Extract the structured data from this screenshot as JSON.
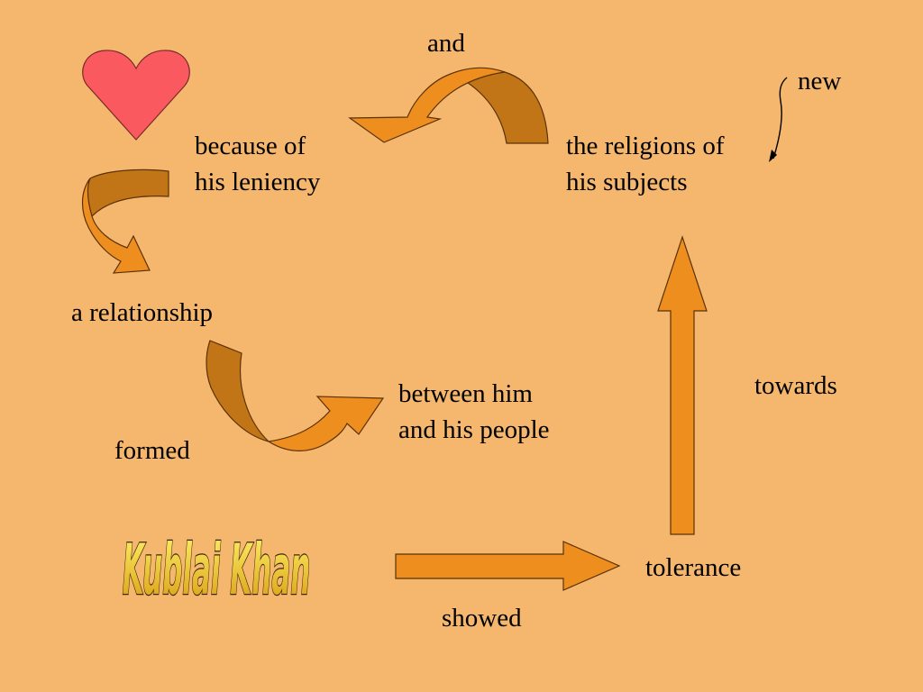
{
  "slide": {
    "background_color": "#F5B76E",
    "arrow_fill": "#EE8E1E",
    "arrow_shade": "#C27516",
    "heart_fill": "#FA5A5F",
    "title_gradient": [
      "#FFF36B",
      "#D89A0E"
    ],
    "title_outline": "#3A2608"
  },
  "labels": {
    "and": "and",
    "new": "new",
    "because_of": [
      "because of",
      "his leniency"
    ],
    "religions": [
      "the religions of",
      "his subjects"
    ],
    "relationship": "a relationship",
    "between": [
      "between him",
      "and his people"
    ],
    "towards": "towards",
    "formed": "formed",
    "tolerance": "tolerance",
    "showed": "showed"
  },
  "title": {
    "text": "Kublai Khan"
  },
  "icons": {
    "heart": "heart-icon",
    "curved_arrow": "curved-arrow-icon",
    "straight_arrow": "straight-arrow-icon",
    "small_arrow": "curly-arrow-icon"
  }
}
